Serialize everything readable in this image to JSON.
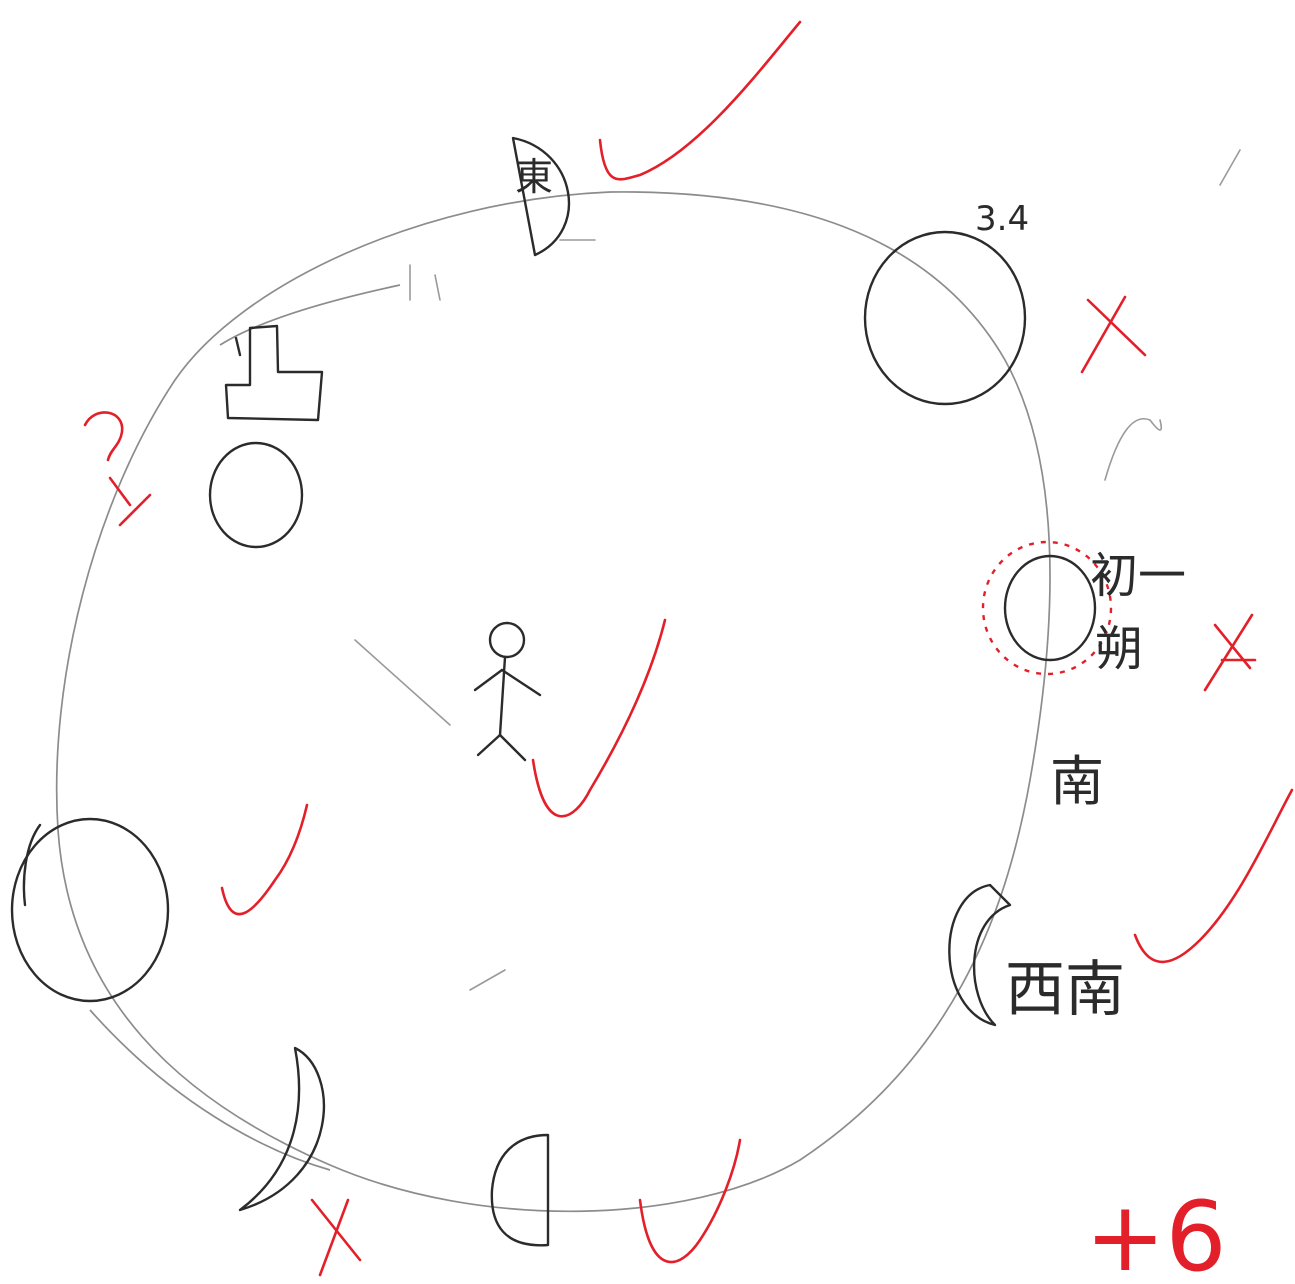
{
  "labels": {
    "east": "東",
    "phase_number": "3.4",
    "first_day": "初一",
    "new_moon": "朔",
    "south": "南",
    "southwest": "西南"
  },
  "score": "+6",
  "colors": {
    "pencil": "#2b2b2b",
    "orbit": "#8c8c8c",
    "red_pen": "#e3202a",
    "paper": "#ffffff"
  }
}
